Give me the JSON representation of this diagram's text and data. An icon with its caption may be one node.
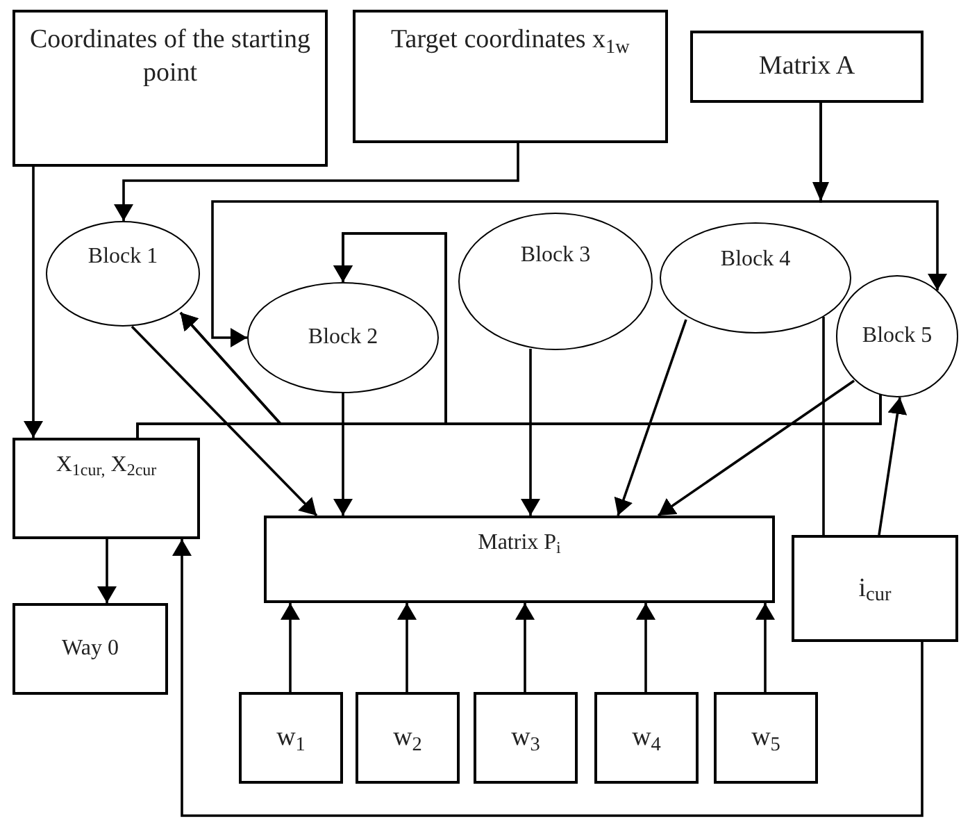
{
  "diagram": {
    "nodes": [
      {
        "text": [
          "Coordinates of the starting point"
        ]
      },
      {
        "text": [
          "Target coordinates x$_{1w}$"
        ]
      },
      {
        "text": [
          "Matrix A"
        ]
      },
      {
        "text": [
          "Block 1"
        ]
      },
      {
        "text": [
          "Block 2"
        ]
      },
      {
        "text": [
          "Block 3"
        ]
      },
      {
        "text": [
          "Block 4"
        ]
      },
      {
        "text": [
          "Block 5"
        ]
      },
      {
        "text": [
          "X$_{1cur,}$ X$_{2cur}$"
        ]
      },
      {
        "text": [
          "Matrix P$_{i}$"
        ]
      },
      {
        "text": [
          "i$_{cur}$"
        ]
      },
      {
        "text": [
          "Way 0"
        ]
      },
      {
        "text": [
          "w$_{1}$"
        ]
      },
      {
        "text": [
          "w$_{2}$"
        ]
      },
      {
        "text": [
          "w$_{3}$"
        ]
      },
      {
        "text": [
          "w$_{4}$"
        ]
      },
      {
        "text": [
          "w$_{5}$"
        ]
      }
    ],
    "edges": [
      {
        "from": 0,
        "to": 8,
        "arrow": "to"
      },
      {
        "from": 1,
        "to": 3,
        "arrow": "to"
      },
      {
        "from": 2,
        "to": 7,
        "arrow": "to"
      },
      {
        "from": 2,
        "to": 4,
        "arrow": "to"
      },
      {
        "from": 7,
        "to": 3,
        "arrow": "to"
      },
      {
        "from": 7,
        "to": 4,
        "arrow": "to"
      },
      {
        "from": 8,
        "to": 3,
        "arrow": "to"
      },
      {
        "from": 8,
        "to": 4,
        "arrow": "to"
      },
      {
        "from": 3,
        "to": 9,
        "arrow": "to"
      },
      {
        "from": 4,
        "to": 9,
        "arrow": "to"
      },
      {
        "from": 5,
        "to": 9,
        "arrow": "to"
      },
      {
        "from": 6,
        "to": 9,
        "arrow": "to"
      },
      {
        "from": 7,
        "to": 9,
        "arrow": "to"
      },
      {
        "from": 6,
        "to": 10,
        "arrow": "none"
      },
      {
        "from": 10,
        "to": 7,
        "arrow": "to"
      },
      {
        "from": 10,
        "to": 8,
        "arrow": "to"
      },
      {
        "from": 8,
        "to": 11,
        "arrow": "to"
      },
      {
        "from": 12,
        "to": 9,
        "arrow": "to"
      },
      {
        "from": 13,
        "to": 9,
        "arrow": "to"
      },
      {
        "from": 14,
        "to": 9,
        "arrow": "to"
      },
      {
        "from": 15,
        "to": 9,
        "arrow": "to"
      },
      {
        "from": 16,
        "to": 9,
        "arrow": "to"
      }
    ]
  }
}
